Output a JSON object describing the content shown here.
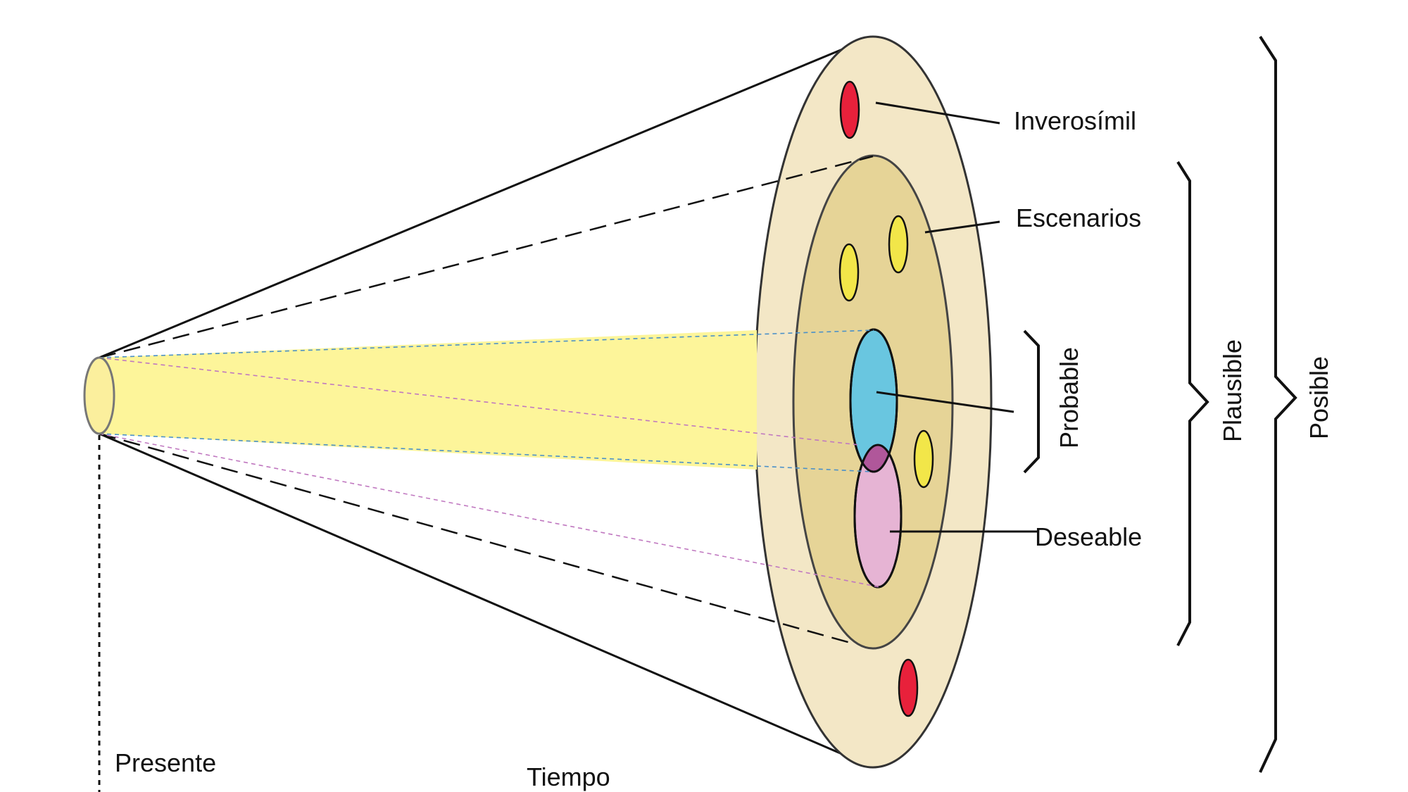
{
  "labels": {
    "inverosimil": "Inverosímil",
    "escenarios": "Escenarios",
    "probable": "Probable",
    "deseable": "Deseable",
    "plausible": "Plausible",
    "posible": "Posible",
    "presente": "Presente",
    "tiempo": "Tiempo"
  },
  "colors": {
    "outer_disc": "#f3e7c6",
    "inner_disc": "#e6d497",
    "beam": "#fdf59a",
    "present_disc": "#fbef9d",
    "improbable_markers": "#e8213b",
    "scenario_markers": "#f2e649",
    "probable": "#69c6e0",
    "deseable": "#e6b4d4",
    "overlap": "#b0579a",
    "probable_guides": "#4a90c8",
    "deseable_guides": "#c078c0"
  }
}
